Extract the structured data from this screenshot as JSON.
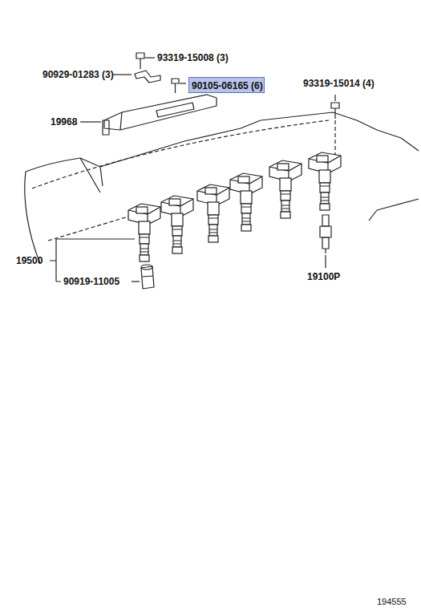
{
  "diagram": {
    "nodes": [
      {
        "text": [
          "90105-06165 (6)"
        ]
      }
    ],
    "labels": [
      "93319-15008 (3)",
      "90929-01283 (3)",
      "19968",
      "93319-15014 (4)",
      "19500",
      "90919-11005",
      "19100P",
      "194555"
    ]
  }
}
